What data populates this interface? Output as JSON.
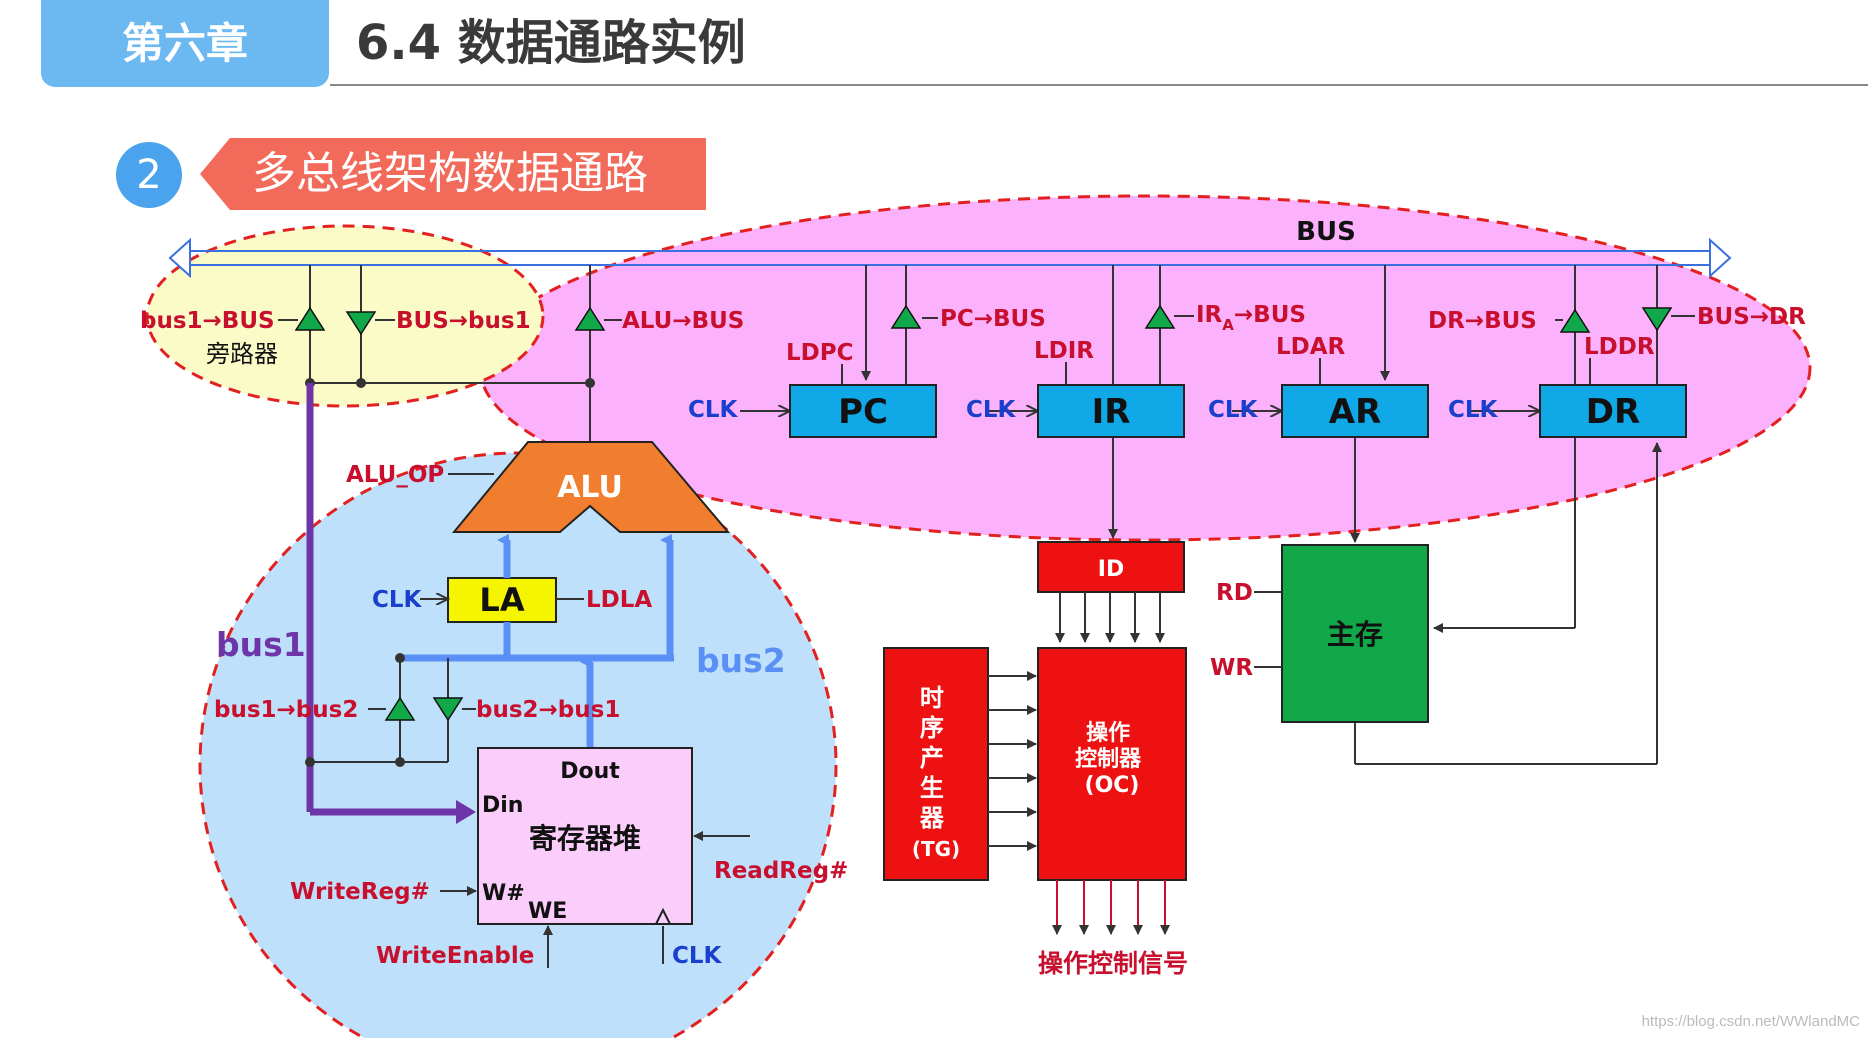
{
  "header": {
    "chapter_tab": "第六章",
    "page_title": "6.4 数据通路实例"
  },
  "section": {
    "number": "2",
    "title": "多总线架构数据通路"
  },
  "diagram": {
    "bus_label": "BUS",
    "bypass_label": "旁路器",
    "signals": {
      "bus1_to_bus": "bus1→BUS",
      "bus_to_bus1": "BUS→bus1",
      "alu_to_bus": "ALU→BUS",
      "pc_to_bus": "PC→BUS",
      "ira_to_bus_main": "IR",
      "ira_to_bus_sub": "A",
      "ira_to_bus_tail": "→BUS",
      "dr_to_bus": "DR→BUS",
      "bus_to_dr": "BUS→DR",
      "ldpc": "LDPC",
      "ldir": "LDIR",
      "ldar": "LDAR",
      "lddr": "LDDR",
      "alu_op": "ALU_OP",
      "ldla": "LDLA",
      "bus1_to_bus2": "bus1→bus2",
      "bus2_to_bus1": "bus2→bus1",
      "writereg": "WriteReg#",
      "readreg": "ReadReg#",
      "writeenable": "WriteEnable",
      "rd": "RD",
      "wr": "WR",
      "clk": "CLK"
    },
    "registers": {
      "pc": "PC",
      "ir": "IR",
      "ar": "AR",
      "dr": "DR",
      "la": "LA"
    },
    "alu": "ALU",
    "bus1": "bus1",
    "bus2": "bus2",
    "register_file": {
      "name": "寄存器堆",
      "dout": "Dout",
      "din": "Din",
      "w_port": "W#",
      "we_port": "WE"
    },
    "id_unit": "ID",
    "memory": "主存",
    "timing_gen": [
      "时",
      "序",
      "产",
      "生",
      "器",
      "(TG)"
    ],
    "controller": [
      "操作",
      "控制器",
      "(OC)"
    ],
    "control_signals": "操作控制信号"
  },
  "watermark": "https://blog.csdn.net/WWlandMC",
  "colors": {
    "bus_blue": "#3a6fe0",
    "signal_red": "#c8102e",
    "clk_blue": "#1a3fcc",
    "register_cyan": "#10a8e6",
    "alu_orange": "#f07e2e",
    "la_yellow": "#f5f500",
    "memory_green": "#11a84a",
    "unit_red": "#ee1111",
    "bus1_purple": "#6d35a8",
    "bus2_blue": "#5a8ff5",
    "pink_region": "#fbb1fb",
    "yellow_region": "#fbfbc8",
    "lightblue_region": "#bfe0fa"
  }
}
